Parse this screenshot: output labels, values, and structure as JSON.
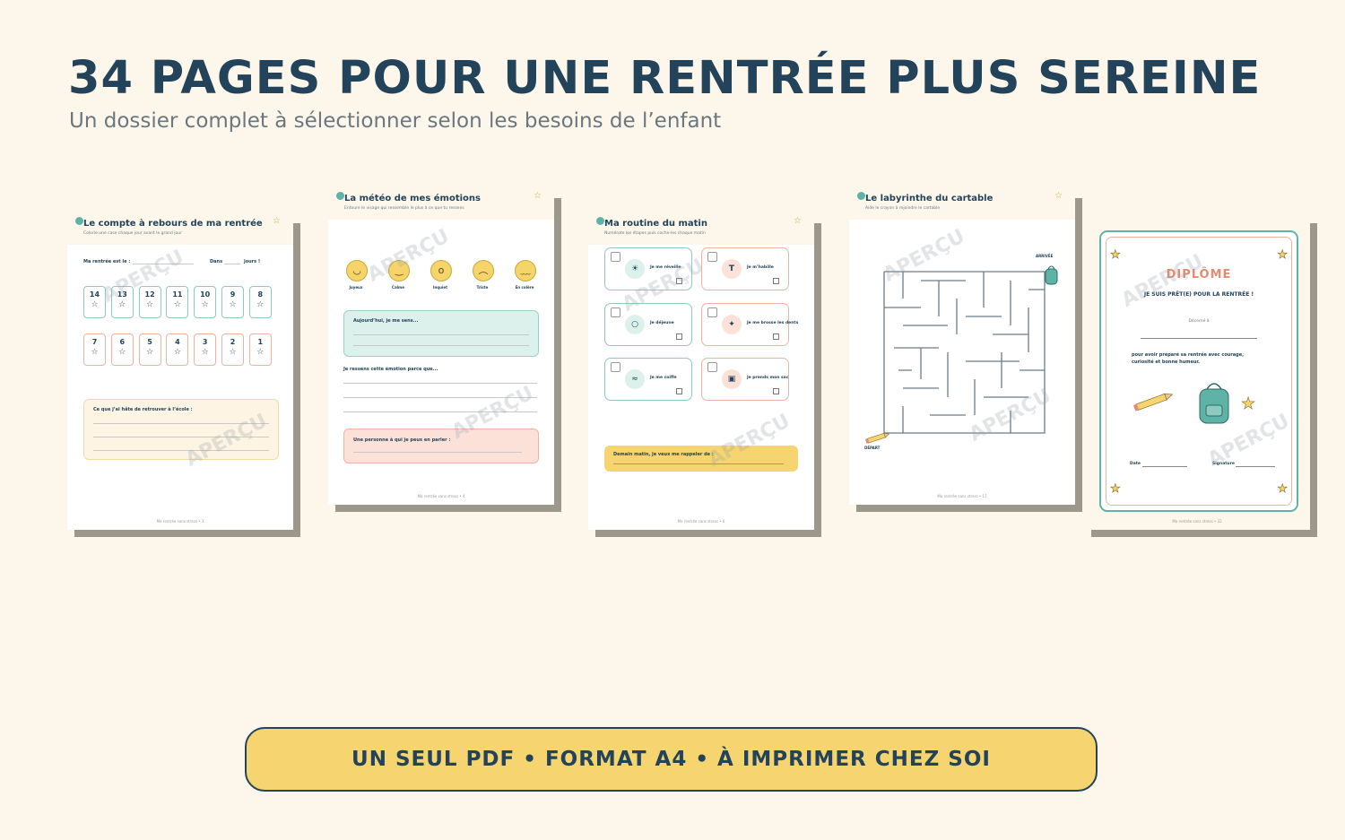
{
  "header": {
    "title": "34 PAGES POUR UNE RENTRÉE PLUS SEREINE",
    "subtitle": "Un dossier complet à sélectionner selon les besoins de l’enfant"
  },
  "watermark": "APERÇU",
  "pages": {
    "p1": {
      "title": "Le compte à rebours de ma rentrée",
      "subtitle": "Colorie une case chaque jour avant le grand jour",
      "date_label": "Ma rentrée est le :",
      "dans_label": "Dans",
      "jours_label": "jours !",
      "row1": [
        "14",
        "13",
        "12",
        "11",
        "10",
        "9",
        "8"
      ],
      "row2": [
        "7",
        "6",
        "5",
        "4",
        "3",
        "2",
        "1"
      ],
      "box_label": "Ce que j’ai hâte de retrouver à l’école :",
      "footer": "Ma rentrée sans stress • 3"
    },
    "p2": {
      "title": "La météo de mes émotions",
      "subtitle": "Entoure le visage qui ressemble le plus à ce que tu ressens",
      "faces": [
        "Joyeux",
        "Calme",
        "Inquiet",
        "Triste",
        "En colère"
      ],
      "box1": "Aujourd’hui, je me sens...",
      "prompt": "Je ressens cette émotion parce que...",
      "box2": "Une personne à qui je peux en parler :",
      "footer": "Ma rentrée sans stress • 4"
    },
    "p3": {
      "title": "Ma routine du matin",
      "subtitle": "Numérote les étapes puis coche-les chaque matin",
      "steps": [
        "Je me réveille",
        "Je m’habille",
        "Je déjeune",
        "Je me brosse les dents",
        "Je me coiffe",
        "Je prends mon sac"
      ],
      "note": "Demain matin, je veux me rappeler de :",
      "footer": "Ma rentrée sans stress • 6"
    },
    "p4": {
      "title": "Le labyrinthe du cartable",
      "subtitle": "Aide le crayon à rejoindre le cartable",
      "arrivee": "ARRIVÉE",
      "depart": "DÉPART",
      "footer": "Ma rentrée sans stress • 17"
    },
    "p5": {
      "title": "DIPLÔME",
      "subtitle": "JE SUIS PRÊT(E) POUR LA RENTRÉE !",
      "decerne": "Décerné à",
      "text": "pour avoir préparé sa rentrée avec courage, curiosité et bonne humeur.",
      "date_label": "Date",
      "signature_label": "Signature",
      "footer": "Ma rentrée sans stress • 32"
    }
  },
  "banner": "UN SEUL PDF • FORMAT A4 • À IMPRIMER CHEZ SOI",
  "colors": {
    "navy": "#22435a",
    "teal": "#5fb3a6",
    "yellow": "#f6d46f",
    "coral": "#e58a73",
    "cream": "#fdf7eb"
  }
}
